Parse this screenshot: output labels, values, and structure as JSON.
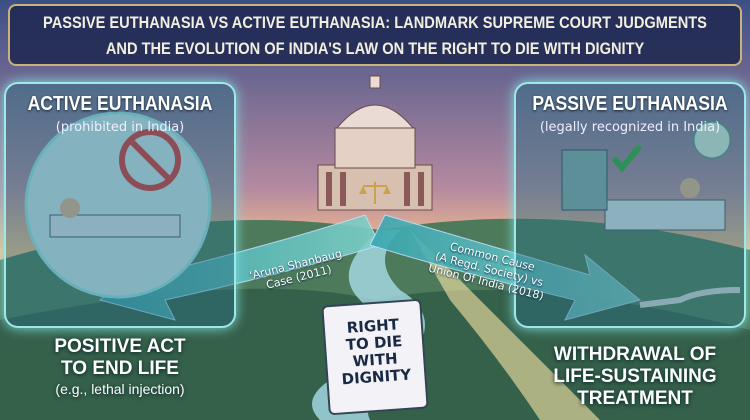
{
  "banner": {
    "line1": "PASSIVE EUTHANASIA VS ACTIVE EUTHANASIA: LANDMARK SUPREME COURT JUDGMENTS",
    "line2": "AND THE EVOLUTION OF INDIA'S LAW ON THE RIGHT TO DIE WITH DIGNITY"
  },
  "left": {
    "title": "ACTIVE EUTHANASIA",
    "subtitle": "(prohibited in India)",
    "bottom_line1": "POSITIVE ACT",
    "bottom_line2": "TO END LIFE",
    "bottom_sub": "(e.g., lethal injection)"
  },
  "right": {
    "title": "PASSIVE EUTHANASIA",
    "subtitle": "(legally recognized in India)",
    "bottom_line1": "WITHDRAWAL OF",
    "bottom_line2": "LIFE-SUSTAINING",
    "bottom_line3": "TREATMENT"
  },
  "cases": {
    "left_line1": "'Aruna Shanbaug",
    "left_line2": "Case (2011)",
    "right_line1": "Common Cause",
    "right_line2": "(A Regd. Society) vs",
    "right_line3": "Union Of India (2018)"
  },
  "scroll": {
    "line1": "RIGHT",
    "line2": "TO DIE",
    "line3": "WITH",
    "line4": "DIGNITY"
  },
  "colors": {
    "sky_top": "#3b4f86",
    "sky_glow": "#f6c08a",
    "panel_glow": "#9fe8e8",
    "banner_bg": "#1e2850"
  }
}
